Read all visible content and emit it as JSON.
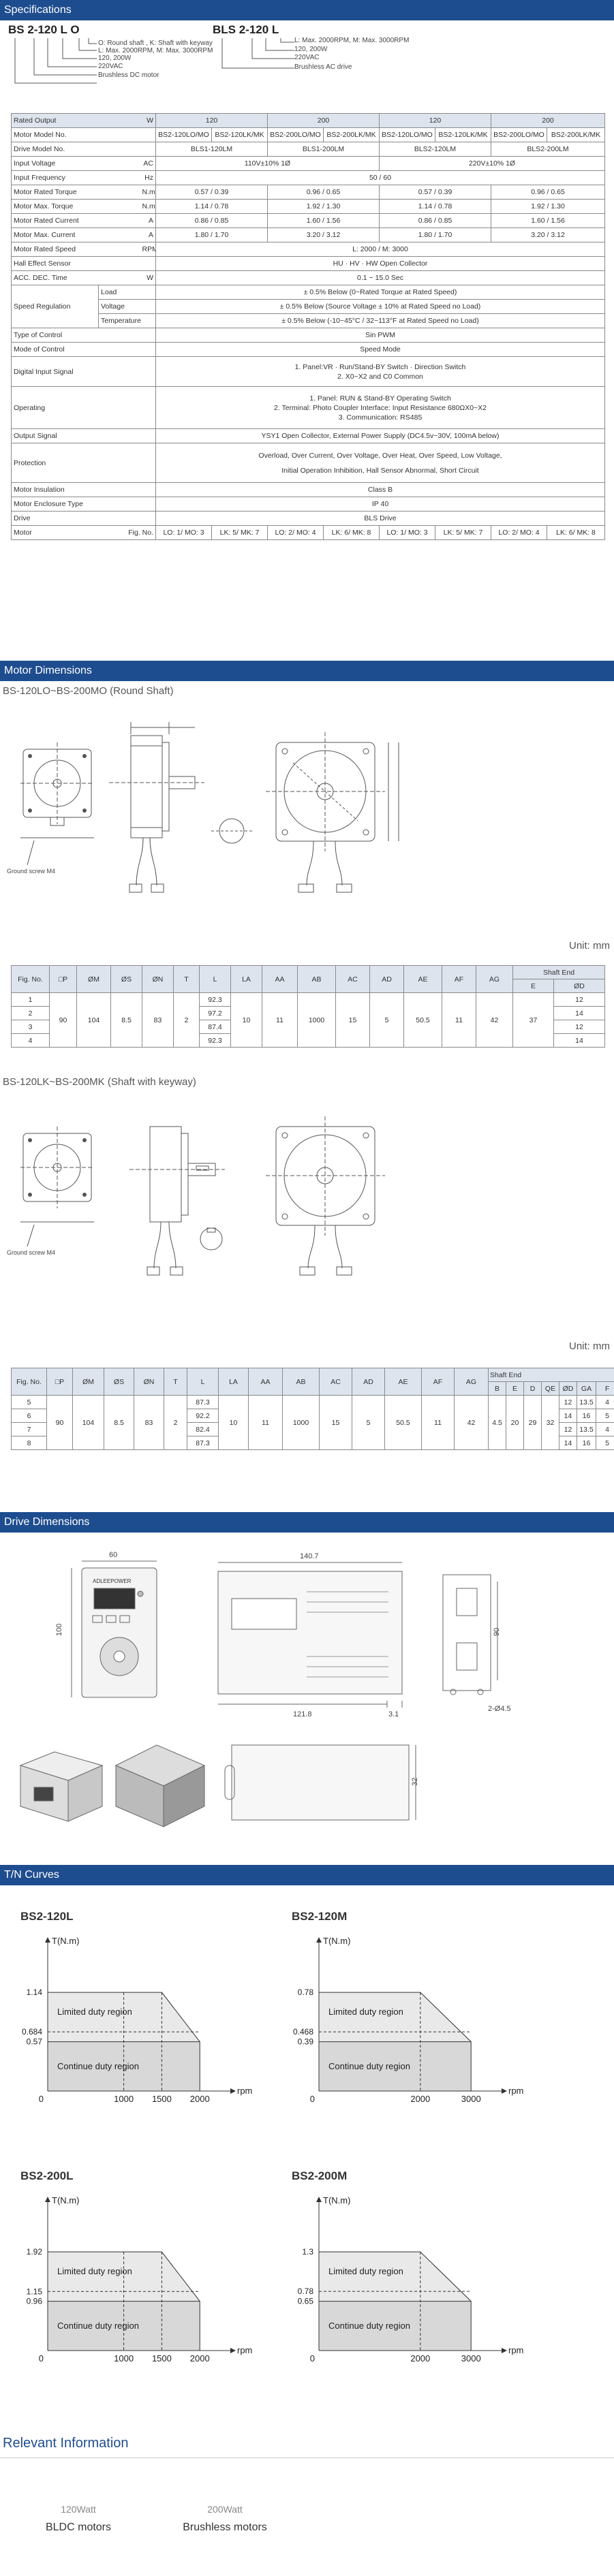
{
  "sections": {
    "specifications": "Specifications",
    "motor_dimensions": "Motor Dimensions",
    "drive_dimensions": "Drive Dimensions",
    "tn_curves": "T/N Curves",
    "relevant": "Relevant Information"
  },
  "model_code": {
    "motor_code": "BS 2-120 L O",
    "motor_notes": [
      "O: Round shaft , K: Shaft with keyway",
      "L: Max. 2000RPM, M: Max. 3000RPM",
      "120, 200W",
      "220VAC",
      "Brushless DC motor"
    ],
    "drive_code": "BLS 2-120 L",
    "drive_notes": [
      "L: Max. 2000RPM, M: Max. 3000RPM",
      "120, 200W",
      "220VAC",
      "Brushless  AC drive"
    ]
  },
  "spec": {
    "rated_output_label": "Rated Output",
    "rated_output_unit": "W",
    "power_cols": [
      "120",
      "200",
      "120",
      "200"
    ],
    "drive_motor_label": "Motor Model No.",
    "motor_models": [
      "BS2-120LO/MO",
      "BS2-120LK/MK",
      "BS2-200LO/MO",
      "BS2-200LK/MK",
      "BS2-120LO/MO",
      "BS2-120LK/MK",
      "BS2-200LO/MO",
      "BS2-200LK/MK"
    ],
    "drive_model_label": "Drive Model No.",
    "drive_models": [
      "BLS1-120LM",
      "BLS1-200LM",
      "BLS2-120LM",
      "BLS2-200LM"
    ],
    "input_voltage_label": "Input Voltage",
    "input_voltage_unit": "AC",
    "input_voltages": [
      "110V±10% 1Ø",
      "220V±10% 1Ø"
    ],
    "input_freq_label": "Input Frequency",
    "input_freq_unit": "Hz",
    "input_freq": "50 / 60",
    "rated_torque_label": "Motor Rated Torque",
    "rated_torque_unit": "N.m",
    "rated_torque": [
      "0.57 / 0.39",
      "0.96 / 0.65",
      "0.57 / 0.39",
      "0.96 / 0.65"
    ],
    "max_torque_label": "Motor Max. Torque",
    "max_torque_unit": "N.m",
    "max_torque": [
      "1.14 / 0.78",
      "1.92 / 1.30",
      "1.14 / 0.78",
      "1.92 / 1.30"
    ],
    "rated_current_label": "Motor Rated Current",
    "rated_current_unit": "A",
    "rated_current": [
      "0.86 / 0.85",
      "1.60 / 1.56",
      "0.86 / 0.85",
      "1.60 / 1.56"
    ],
    "max_current_label": "Motor Max. Current",
    "max_current_unit": "A",
    "max_current": [
      "1.80 / 1.70",
      "3.20 / 3.12",
      "1.80 / 1.70",
      "3.20 / 3.12"
    ],
    "rated_speed_label": "Motor Rated Speed",
    "rated_speed_unit": "RPM",
    "rated_speed": "L: 2000 / M: 3000",
    "hall_label": "Hall Effect Sensor",
    "hall": "HU · HV · HW Open Collector",
    "acc_label": "ACC. DEC. Time",
    "acc_unit": "W",
    "acc": "0.1 ~ 15.0 Sec",
    "speed_reg_label": "Speed Regulation",
    "speed_reg_rows": [
      {
        "sub": "Load",
        "text": "± 0.5% Below (0~Rated Torque at Rated Speed)"
      },
      {
        "sub": "Voltage",
        "text": "± 0.5% Below (Source Voltage ± 10% at Rated Speed no Load)"
      },
      {
        "sub": "Temperature",
        "text": "± 0.5% Below (-10~45°C / 32~113°F at Rated Speed no Load)"
      }
    ],
    "control_type_label": "Type of Control",
    "control_type": "Sin PWM",
    "control_mode_label": "Mode of Control",
    "control_mode": "Speed Mode",
    "digital_label": "Digital Input Signal",
    "digital": [
      "1. Panel:VR · Run/Stand-BY Switch · Direction Switch",
      "2. X0~X2 and C0 Common"
    ],
    "operating_label": "Operating",
    "operating": [
      "1. Panel: RUN & Stand-BY Operating Switch",
      "2. Terminal: Photo Coupler Interface: Input Resistance 680ΩX0~X2",
      "3. Communication: RS485"
    ],
    "output_label": "Output Signal",
    "output": "YSY1 Open Collector, External Power Supply (DC4.5v~30V, 100mA below)",
    "protection_label": "Protection",
    "protection": [
      "Overload, Over Current, Over Voltage, Over Heat, Over Speed, Low Voltage,",
      "Initial Operation Inhibition, Hall Sensor Abnormal, Short Circuit"
    ],
    "insulation_label": "Motor Insulation",
    "insulation": "Class B",
    "enclosure_label": "Motor Enclosure Type",
    "enclosure": "IP 40",
    "drive_label": "Drive",
    "drive": "BLS Drive",
    "motor_label": "Motor",
    "fig_label": "Fig. No.",
    "fig_nos": [
      "LO: 1/ MO: 3",
      "LK: 5/ MK: 7",
      "LO: 2/ MO: 4",
      "LK: 6/ MK: 8",
      "LO: 1/ MO: 3",
      "LK: 5/ MK: 7",
      "LO: 2/ MO: 4",
      "LK: 6/ MK: 8"
    ]
  },
  "motor_dims": {
    "round_caption": "BS-120LO~BS-200MO (Round Shaft)",
    "key_caption": "BS-120LK~BS-200MK (Shaft with keyway)",
    "unit": "Unit: mm",
    "ground_label": "Ground  screw  M4",
    "round_table": {
      "headers": [
        "Fig. No.",
        "□P",
        "ØM",
        "ØS",
        "ØN",
        "T",
        "L",
        "LA",
        "AA",
        "AB",
        "AC",
        "AD",
        "AE",
        "AF",
        "AG",
        "Shaft End"
      ],
      "sub_headers": [
        "E",
        "ØD"
      ],
      "figs": [
        "1",
        "2",
        "3",
        "4"
      ],
      "L": [
        "92.3",
        "97.2",
        "87.4",
        "92.3"
      ],
      "D": [
        "12",
        "14",
        "12",
        "14"
      ],
      "common": [
        "90",
        "104",
        "8.5",
        "83",
        "2",
        "10",
        "11",
        "1000",
        "15",
        "5",
        "50.5",
        "11",
        "42",
        "37"
      ]
    },
    "key_table": {
      "headers": [
        "Fig. No.",
        "□P",
        "ØM",
        "ØS",
        "ØN",
        "T",
        "L",
        "LA",
        "AA",
        "AB",
        "AC",
        "AD",
        "AE",
        "AF",
        "AG",
        "Shaft End"
      ],
      "sub_headers": [
        "B",
        "E",
        "D",
        "QE",
        "ØD",
        "GA",
        "F"
      ],
      "figs": [
        "5",
        "6",
        "7",
        "8"
      ],
      "L": [
        "87.3",
        "92.2",
        "82.4",
        "87.3"
      ],
      "D": [
        "12",
        "14",
        "12",
        "14"
      ],
      "GA": [
        "13.5",
        "16",
        "13.5",
        "16"
      ],
      "F": [
        "4",
        "5",
        "4",
        "5"
      ],
      "common": [
        "90",
        "104",
        "8.5",
        "83",
        "2",
        "10",
        "11",
        "1000",
        "15",
        "5",
        "50.5",
        "11",
        "42"
      ],
      "shaft_common": [
        "4.5",
        "20",
        "29",
        "32"
      ]
    }
  },
  "drive_dims": {
    "brand": "ADLEEPOWER",
    "width_top": "140.7",
    "depth": "60",
    "height": "100",
    "inner": "121.8",
    "offset": "3.1",
    "right_h": "90",
    "hole": "2-Ø4.5",
    "side_w": "32"
  },
  "curves": {
    "torque_label": "T(N.m)",
    "speed_label": "rpm",
    "limited": "Limited duty region",
    "continue": "Continue duty region",
    "charts": [
      {
        "title": "BS2-120L",
        "max": "1.14",
        "mid": "0.684",
        "rated": "0.57",
        "ticks": [
          "1000",
          "1500",
          "2000"
        ],
        "zero": "0"
      },
      {
        "title": "BS2-120M",
        "max": "0.78",
        "mid": "0.468",
        "rated": "0.39",
        "ticks": [
          "2000",
          "3000"
        ],
        "zero": "0"
      },
      {
        "title": "BS2-200L",
        "max": "1.92",
        "mid": "1.15",
        "rated": "0.96",
        "ticks": [
          "1000",
          "1500",
          "2000"
        ],
        "zero": "0"
      },
      {
        "title": "BS2-200M",
        "max": "1.3",
        "mid": "0.78",
        "rated": "0.65",
        "ticks": [
          "2000",
          "3000"
        ],
        "zero": "0"
      }
    ]
  },
  "relevant": [
    {
      "watt": "120Watt",
      "name": "BLDC motors"
    },
    {
      "watt": "200Watt",
      "name": "Brushless motors"
    }
  ]
}
